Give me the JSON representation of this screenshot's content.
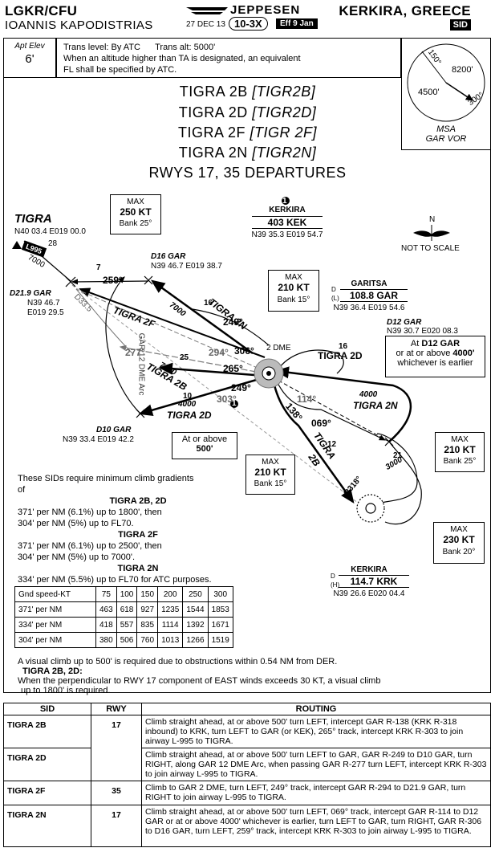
{
  "header": {
    "airport_id": "LGKR/CFU",
    "airport_name": "IOANNIS KAPODISTRIAS",
    "brand": "JEPPESEN",
    "date": "27 DEC 13",
    "page": "10-3X",
    "effective": "Eff 9 Jan",
    "city": "KERKIRA, GREECE",
    "chart_type": "SID"
  },
  "elevation": {
    "label": "Apt Elev",
    "value": "6'"
  },
  "transition": {
    "line1": "Trans level: By ATC      Trans alt: 5000'",
    "line2": "When an altitude higher than TA is designated, an equivalent",
    "line3": "FL shall be specified by ATC."
  },
  "msa": {
    "label": "MSA",
    "sub": "GAR VOR",
    "alt_north": "8200'",
    "alt_south": "4500'",
    "brg1": "150°",
    "brg2": "300°"
  },
  "titles": [
    {
      "name": "TIGRA 2B",
      "code": "[TIGR2B]"
    },
    {
      "name": "TIGRA 2D",
      "code": "[TIGR2D]"
    },
    {
      "name": "TIGRA 2F",
      "code": "[TIGR 2F]"
    },
    {
      "name": "TIGRA 2N",
      "code": "[TIGR2N]"
    }
  ],
  "rwys_title": "RWYS 17, 35 DEPARTURES",
  "map": {
    "tigra": {
      "name": "TIGRA",
      "coord": "N40 03.4 E019 00.0",
      "airway": "L995",
      "alt1": "28",
      "alt2": "7000"
    },
    "kerkira_ndb": {
      "name": "KERKIRA",
      "ident": "403 KEK",
      "coord": "N39 35.3 E019 54.7"
    },
    "garitsa": {
      "name": "GARITSA",
      "freq": "108.8 GAR",
      "coord": "N39 36.4 E019 54.6",
      "class": "D (L)"
    },
    "kerkira_vor": {
      "name": "KERKIRA",
      "freq": "114.7 KRK",
      "coord": "N39 26.6 E020 04.4",
      "class": "D (H)"
    },
    "d16": {
      "name": "D16 GAR",
      "coord": "N39 46.7 E019 38.7"
    },
    "d21": {
      "name": "D21.9 GAR",
      "coord1": "N39 46.7",
      "coord2": "E019 29.5"
    },
    "d12": {
      "name": "D12 GAR",
      "coord": "N39 30.7 E020 08.3"
    },
    "d10": {
      "name": "D10 GAR",
      "coord": "N39 33.4 E019 42.2"
    },
    "not_to_scale": "NOT TO SCALE",
    "n_label": "N",
    "spd_box_250": {
      "top": "MAX",
      "val": "250 KT",
      "bank": "Bank 25°"
    },
    "spd_box_210a": {
      "top": "MAX",
      "val": "210 KT",
      "bank": "Bank 15°"
    },
    "spd_box_210b": {
      "top": "MAX",
      "val": "210 KT",
      "bank": "Bank 15°"
    },
    "spd_box_210c": {
      "top": "MAX",
      "val": "210 KT",
      "bank": "Bank 25°"
    },
    "spd_box_230": {
      "top": "MAX",
      "val": "230 KT",
      "bank": "Bank 20°"
    },
    "alt_box": {
      "line1": "At or above",
      "line2": "500'"
    },
    "d12_box": {
      "line1": "At",
      "line2": "D12 GAR",
      "line3": "or at or above",
      "line4": "4000'",
      "line5": "whichever is earlier"
    },
    "labels": {
      "r259": "259°",
      "r249a": "249°",
      "r249b": "249°",
      "r277": "277°",
      "r294": "294°",
      "r306": "306°",
      "r265": "265°",
      "r303": "303°",
      "r114": "114°",
      "r138": "138°",
      "r069": "069°",
      "r318": "R318°",
      "d7": "7",
      "d16": "16",
      "d16b": "16",
      "d25": "25",
      "d10": "10",
      "d12": "12",
      "d21": "21",
      "a7000": "7000",
      "a7000b": "7000",
      "a4000": "4000",
      "a4000b": "4000",
      "a3000": "3000",
      "dme2": "2 DME",
      "d335": "D33.5",
      "arc": "GAR 12 DME Arc",
      "tigra2n_a": "TIGRA 2N",
      "tigra2f": "TIGRA 2F",
      "tigra2b_a": "TIGRA 2B",
      "tigra2d_a": "TIGRA 2D",
      "tigra2d_b": "TIGRA 2D",
      "tigra2n_b": "TIGRA 2N",
      "tigra2b_b": "TIGRA 2B",
      "tigra_n1": "TIGRA",
      "tigra_n2": "2N",
      "tigra_b1": "TIGRA",
      "tigra_b2": "2B",
      "tigra_b3": "TIGRA",
      "tigra_b4": "2B",
      "ndb_num": "1",
      "fix_num": "1"
    }
  },
  "gradients": {
    "intro1": "These SIDs require minimum climb gradients",
    "intro2": "of",
    "h1": "TIGRA 2B, 2D",
    "l1": "371' per NM (6.1%) up to 1800', then",
    "l2": "304' per NM (5%) up to FL70.",
    "h2": "TIGRA 2F",
    "l3": "371' per NM (6.1%) up to 2500', then",
    "l4": "304' per NM (5%) up to 7000'.",
    "h3": "TIGRA 2N",
    "l5": "334' per NM (5.5%) up to FL70 for ATC purposes."
  },
  "gs_table": {
    "header": [
      "Gnd speed-KT",
      "75",
      "100",
      "150",
      "200",
      "250",
      "300"
    ],
    "rows": [
      [
        "371' per NM",
        "463",
        "618",
        "927",
        "1235",
        "1544",
        "1853"
      ],
      [
        "334' per NM",
        "418",
        "557",
        "835",
        "1114",
        "1392",
        "1671"
      ],
      [
        "304' per NM",
        "380",
        "506",
        "760",
        "1013",
        "1266",
        "1519"
      ]
    ]
  },
  "notes": {
    "n1": "A visual climb up to 500' is required due to obstructions within 0.54 NM from DER.",
    "n2h": "TIGRA 2B, 2D:",
    "n2": "When the perpendicular to RWY 17 component of EAST winds exceeds 30 KT, a visual climb",
    "n3": "up to 1800' is required."
  },
  "routing": {
    "headers": [
      "SID",
      "RWY",
      "ROUTING"
    ],
    "rows": [
      {
        "sid": "TIGRA 2B",
        "rwy": "17",
        "text": "Climb straight ahead, at or above 500' turn LEFT, intercept GAR R-138 (KRK R-318 inbound) to KRK, turn LEFT to GAR (or KEK), 265° track, intercept KRK R-303 to join airway L-995 to TIGRA."
      },
      {
        "sid": "TIGRA 2D",
        "rwy": "",
        "text": "Climb straight ahead, at or above 500' turn LEFT to GAR, GAR R-249 to D10 GAR, turn RIGHT, along GAR 12 DME Arc, when passing GAR R-277 turn LEFT, intercept KRK R-303 to join airway L-995 to TIGRA."
      },
      {
        "sid": "TIGRA 2F",
        "rwy": "35",
        "text": "Climb to GAR 2 DME, turn LEFT, 249° track, intercept GAR R-294 to D21.9 GAR, turn RIGHT to join airway L-995 to TIGRA."
      },
      {
        "sid": "TIGRA 2N",
        "rwy": "17",
        "text": "Climb straight ahead, at or above 500' turn LEFT, 069° track, intercept GAR R-114 to D12 GAR or at or above 4000' whichever is earlier, turn LEFT to GAR, turn RIGHT, GAR R-306 to D16 GAR, turn LEFT, 259° track, intercept KRK R-303 to join airway L-995 to TIGRA."
      }
    ]
  }
}
